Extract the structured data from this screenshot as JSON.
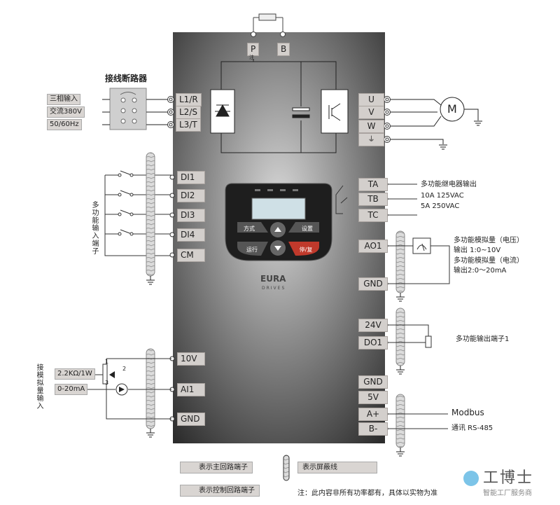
{
  "braker": {
    "title": "接线断路器"
  },
  "power_inputs": [
    "三相输入",
    "交流380V",
    "50/60Hz"
  ],
  "brake_terminals": [
    "P",
    "B"
  ],
  "note_marker": "注",
  "main_inputs": [
    "L1/R",
    "L2/S",
    "L3/T"
  ],
  "motor_outputs": [
    "U",
    "V",
    "W"
  ],
  "motor_label": "M",
  "digital_inputs": [
    "DI1",
    "DI2",
    "DI3",
    "DI4",
    "CM"
  ],
  "digital_inputs_caption": "多功能输入端子",
  "relay_terminals": [
    "TA",
    "TB",
    "TC"
  ],
  "relay_desc": [
    "多功能继电器输出",
    "10A   125VAC",
    "5A    250VAC"
  ],
  "analog_out": {
    "terminals": [
      "AO1",
      "GND"
    ],
    "desc": [
      "多功能模拟量（电压）",
      "输出 1:0~10V",
      "多功能模拟量（电流）",
      "输出2:0～20mA"
    ]
  },
  "do_terminals": [
    "24V",
    "DO1"
  ],
  "do_desc": "多功能输出端子1",
  "comm_terminals": [
    "GND",
    "5V",
    "A+",
    "B-"
  ],
  "comm_desc": [
    "Modbus",
    "通讯 RS-485"
  ],
  "analog_in": {
    "terminals": [
      "10V",
      "AI1",
      "GND"
    ],
    "pot": "2.2KΩ/1W",
    "current": "0-20mA",
    "caption": "接模拟量输入",
    "pins": [
      "1",
      "2",
      "3"
    ]
  },
  "keypad": {
    "mode": "方式",
    "set": "设置",
    "run": "运行",
    "stop": "停/复"
  },
  "brand": {
    "name": "EURA",
    "sub": "DRIVES"
  },
  "legend": {
    "main": "表示主回路端子",
    "control": "表示控制回路端子",
    "shield": "表示屏蔽线"
  },
  "footnote": "注：此内容非所有功率都有，具体以实物为准",
  "watermark": {
    "name": "工博士",
    "sub": "智能工厂服务商"
  },
  "colors": {
    "panel_dark": "#2a2a2a",
    "panel_light": "#b4b4b4",
    "terminal": "#d3cfcc",
    "stop_btn": "#c0392b",
    "run_btn": "#3c3c3c"
  }
}
